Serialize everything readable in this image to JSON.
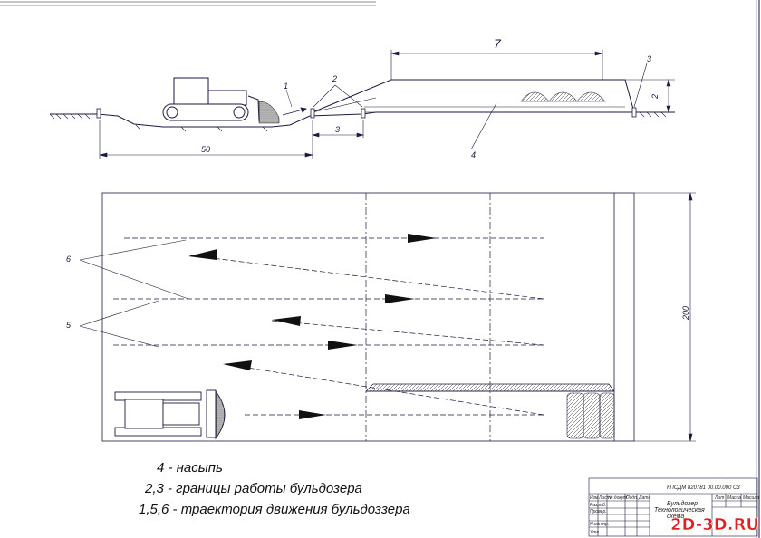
{
  "labels": {
    "trajectory_1": "1",
    "boundary_2": "2",
    "boundary_3": "3",
    "embankment_4": "4",
    "trajectory_5": "5",
    "trajectory_6": "6",
    "length_7": "7",
    "dim_3": "3",
    "dim_50": "50",
    "dim_2": "2",
    "dim_200": "200"
  },
  "legend": [
    "4 - насыпь",
    "2,3 - границы работы бульдозера",
    "1,5,6 - траектория движения бульдоззера"
  ],
  "title_block": {
    "code": "КПСДМ 820781 00.00.000 С3",
    "name_line1": "Бульдозер",
    "name_line2": "Технологическая",
    "name_line3": "схема",
    "col_lit": "Лит",
    "col_mass": "Масса",
    "col_scale": "Масшт",
    "row_izm": "Изм",
    "row_list": "Лист",
    "row_doc": "№ докум.",
    "row_sign": "Подп.",
    "row_date": "Дата",
    "row_razrab": "Разраб.",
    "row_prov": "Провер.",
    "row_nkontr": "Н.контр.",
    "row_utv": "Утв."
  },
  "watermark": "2D-3D.RU",
  "colors": {
    "line": "#1a1a40",
    "watermark_red": "#e02020"
  }
}
